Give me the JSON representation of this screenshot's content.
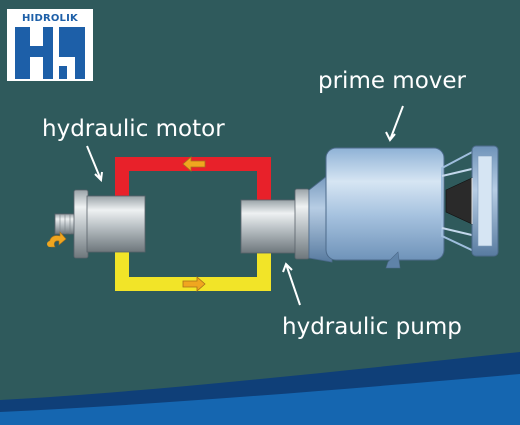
{
  "logo": {
    "text": "HIDROLIK",
    "brand_color": "#1d5fa8"
  },
  "labels": {
    "hydraulic_motor": "hydraulic motor",
    "prime_mover": "prime mover",
    "hydraulic_pump": "hydraulic pump"
  },
  "colors": {
    "background": "#2f5a5c",
    "pressure_line": "#e8212a",
    "return_line": "#f2e428",
    "flow_arrow": "#f0a61f",
    "wave": "#1566b0"
  }
}
